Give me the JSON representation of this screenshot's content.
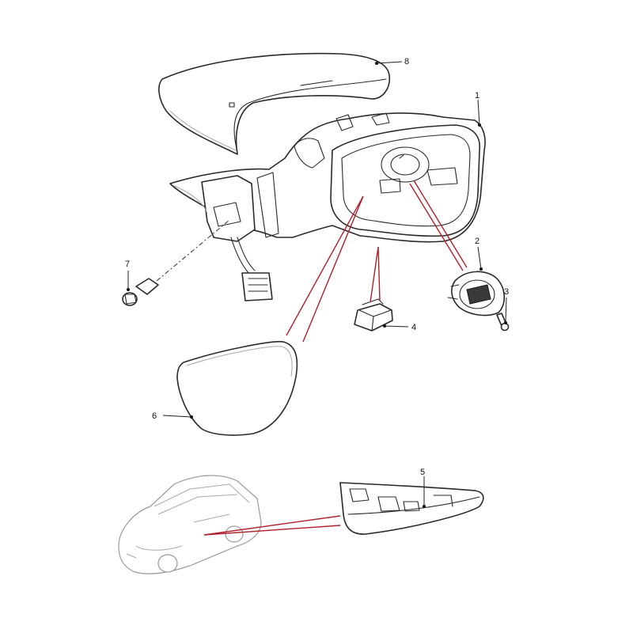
{
  "callouts": [
    {
      "id": "1",
      "label": "1"
    },
    {
      "id": "2",
      "label": "2"
    },
    {
      "id": "3",
      "label": "3"
    },
    {
      "id": "4",
      "label": "4"
    },
    {
      "id": "5",
      "label": "5"
    },
    {
      "id": "6",
      "label": "6"
    },
    {
      "id": "7",
      "label": "7"
    },
    {
      "id": "8",
      "label": "8"
    }
  ],
  "colors": {
    "line": "#2a2a2a",
    "reference_line": "#b0202a",
    "background": "#ffffff"
  }
}
